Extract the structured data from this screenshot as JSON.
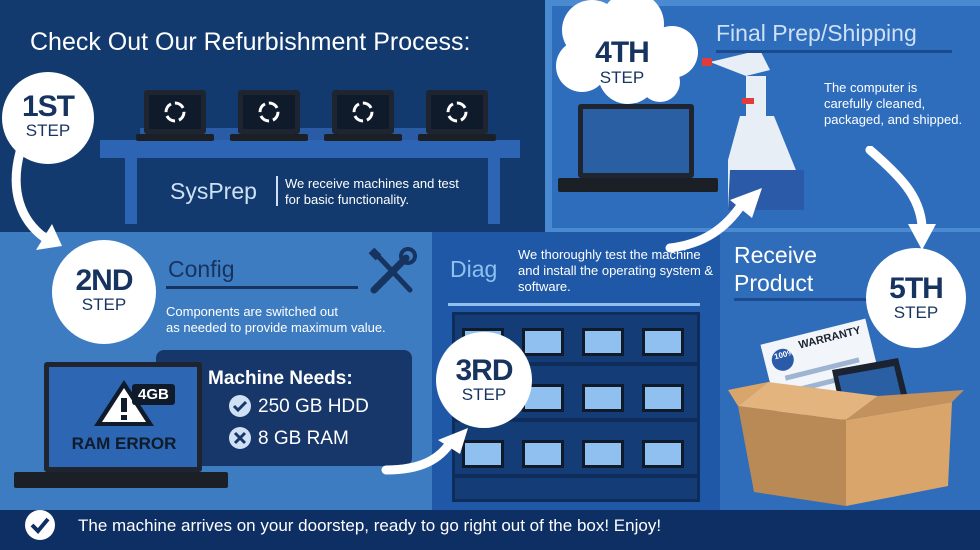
{
  "colors": {
    "dark_navy": "#0e2f63",
    "mid_blue": "#3f7bbf",
    "light_blue": "#4d8fd6",
    "panel_blue": "#1f5aa8",
    "white": "#ffffff"
  },
  "header": {
    "title": "Check Out Our Refurbishment Process:"
  },
  "steps": [
    {
      "number": "1ST",
      "word": "STEP",
      "title": "SysPrep",
      "description": "We receive machines and test for basic functionality."
    },
    {
      "number": "2ND",
      "word": "STEP",
      "title": "Config",
      "description_line1": "Components are switched out",
      "description_line2": "as needed to provide maximum value."
    },
    {
      "number": "3RD",
      "word": "STEP",
      "title": "Diag",
      "description": "We thoroughly test the machine and install the operating system & software."
    },
    {
      "number": "4TH",
      "word": "STEP",
      "title": "Final Prep/Shipping",
      "description": "The computer is carefully cleaned, packaged, and shipped."
    },
    {
      "number": "5TH",
      "word": "STEP",
      "title_line1": "Receive",
      "title_line2": "Product"
    }
  ],
  "machine_needs": {
    "heading": "Machine Needs:",
    "items": [
      {
        "label": "250 GB HDD",
        "status": "check"
      },
      {
        "label": "8 GB RAM",
        "status": "cross"
      }
    ]
  },
  "ram_error": {
    "badge": "4GB",
    "label": "RAM ERROR"
  },
  "warranty": {
    "label": "WARRANTY",
    "seal": "100%"
  },
  "footer": {
    "text": "The machine arrives on your doorstep, ready to go right out of the box! Enjoy!"
  }
}
